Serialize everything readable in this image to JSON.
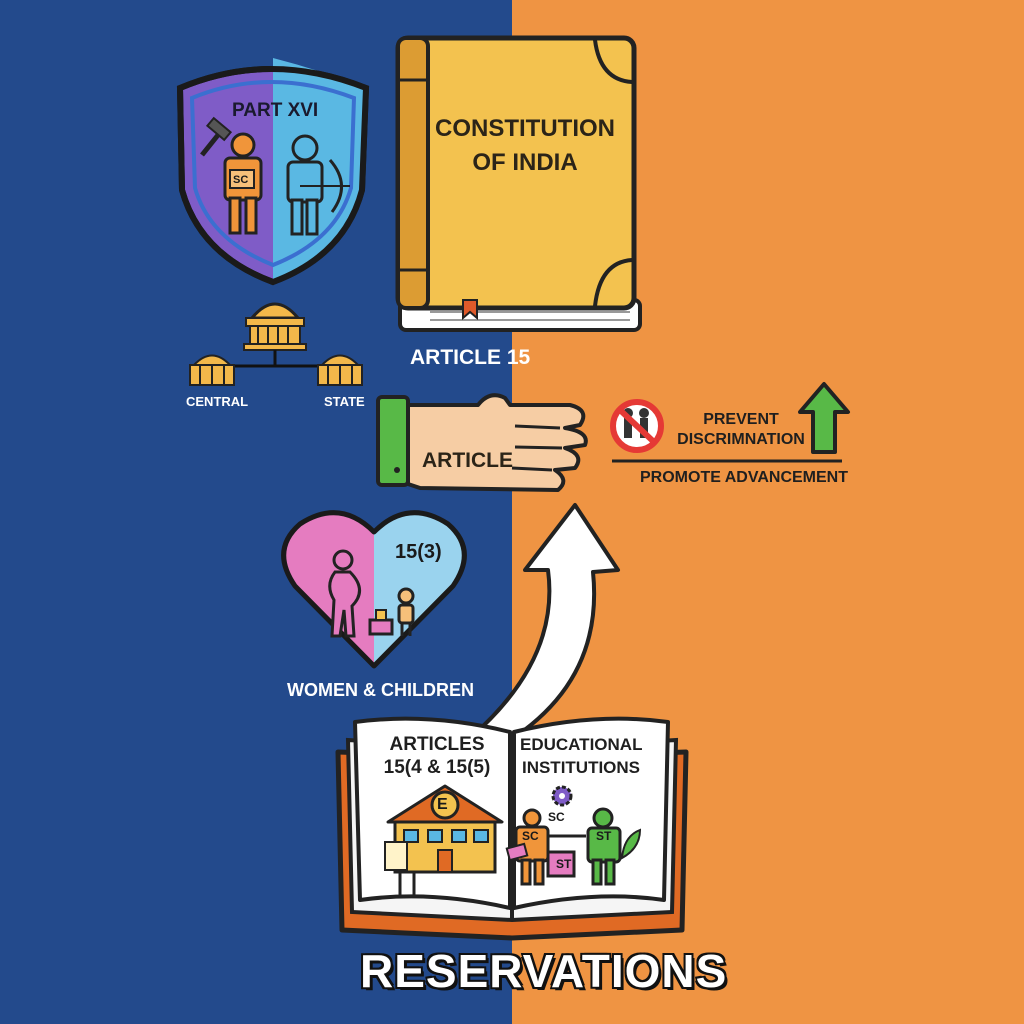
{
  "book_title": "CONSTITUTION\nOF INDIA",
  "shield": {
    "title": "PART XVI",
    "badge": "SC"
  },
  "government": {
    "central": "CENTRAL",
    "state": "STATE"
  },
  "hand": {
    "heading": "ARTICLE 15",
    "label": "ARTICLE"
  },
  "aims": {
    "prevent": "PREVENT\nDISCRIMNATION",
    "promote": "PROMOTE ADVANCEMENT"
  },
  "heart": {
    "label": "15(3)",
    "caption": "WOMEN & CHILDREN"
  },
  "open_book": {
    "left_title": "ARTICLES\n15(4 & 15(5)",
    "right_title": "EDUCATIONAL\nINSTITUTIONS",
    "school_letter": "E",
    "sc_left": "SC",
    "sc_middle": "SC",
    "st_middle": "ST",
    "st_right": "ST"
  },
  "footer": "RESERVATIONS",
  "colors": {
    "left_bg": "#234a8c",
    "right_bg": "#ef9443",
    "book": "#f3c24f",
    "shield_purple": "#7f5cc7",
    "shield_blue": "#5ab8e3",
    "heart_pink": "#e57cc0",
    "heart_blue": "#9ad3ee",
    "arrow_green": "#58b947",
    "prohibit_red": "#e53935"
  },
  "icons": [
    "shield-icon",
    "hammer-icon",
    "bow-arrow-icon",
    "government-building-icon",
    "hand-icon",
    "no-discrimination-icon",
    "up-arrow-icon",
    "heart-icon",
    "pregnant-woman-icon",
    "child-icon",
    "curved-arrow-icon",
    "open-book-icon",
    "school-icon",
    "gear-icon"
  ]
}
